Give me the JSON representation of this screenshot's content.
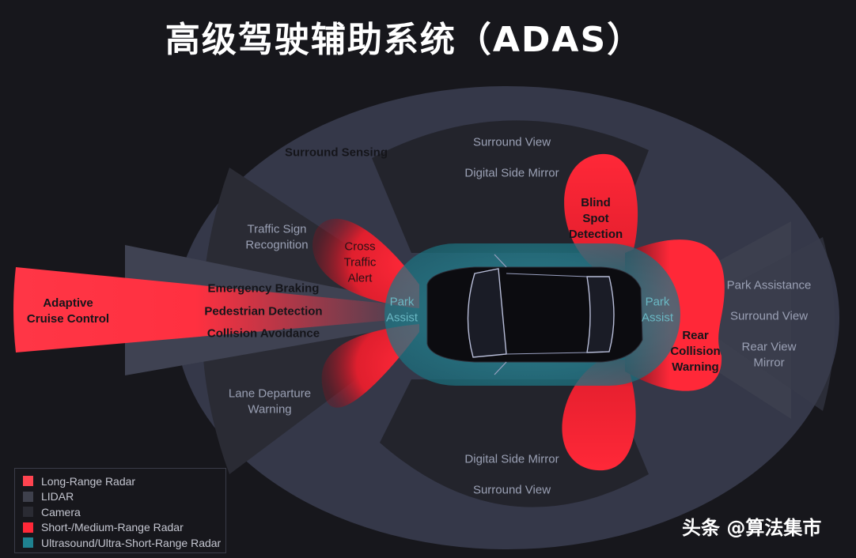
{
  "title": "高级驾驶辅助系统（ADAS）",
  "labels": {
    "surround_sensing": "Surround Sensing",
    "front_surround_view": "Surround View",
    "front_digital_mirror": "Digital Side Mirror",
    "traffic_sign_1": "Traffic Sign",
    "traffic_sign_2": "Recognition",
    "cross_1": "Cross",
    "cross_2": "Traffic",
    "cross_3": "Alert",
    "blind_1": "Blind",
    "blind_2": "Spot",
    "blind_3": "Detection",
    "acc_1": "Adaptive",
    "acc_2": "Cruise Control",
    "emergency_braking": "Emergency Braking",
    "pedestrian_detection": "Pedestrian Detection",
    "collision_avoidance": "Collision Avoidance",
    "park_assist_front_1": "Park",
    "park_assist_front_2": "Assist",
    "park_assist_rear_1": "Park",
    "park_assist_rear_2": "Assist",
    "rear_coll_1": "Rear",
    "rear_coll_2": "Collision",
    "rear_coll_3": "Warning",
    "park_assistance": "Park Assistance",
    "rear_surround_view": "Surround View",
    "rear_view_1": "Rear View",
    "rear_view_2": "Mirror",
    "lane_1": "Lane Departure",
    "lane_2": "Warning",
    "bottom_digital_mirror": "Digital Side Mirror",
    "bottom_surround_view": "Surround View"
  },
  "legend": [
    {
      "label": "Long-Range Radar",
      "color": "#ff4450"
    },
    {
      "label": "LIDAR",
      "color": "#3e404c"
    },
    {
      "label": "Camera",
      "color": "#2a2b33"
    },
    {
      "label": "Short-/Medium-Range Radar",
      "color": "#ff2838"
    },
    {
      "label": "Ultrasound/Ultra-Short-Range Radar",
      "color": "#1f8290"
    }
  ],
  "watermark": "头条 @算法集市",
  "colors": {
    "background": "#17171c",
    "outer_ellipse": "#353849",
    "camera_zone": "#24252e",
    "radar_red": "#ff2838",
    "ultrasound_teal": "#1f8290",
    "car_body": "#0c0c10"
  }
}
